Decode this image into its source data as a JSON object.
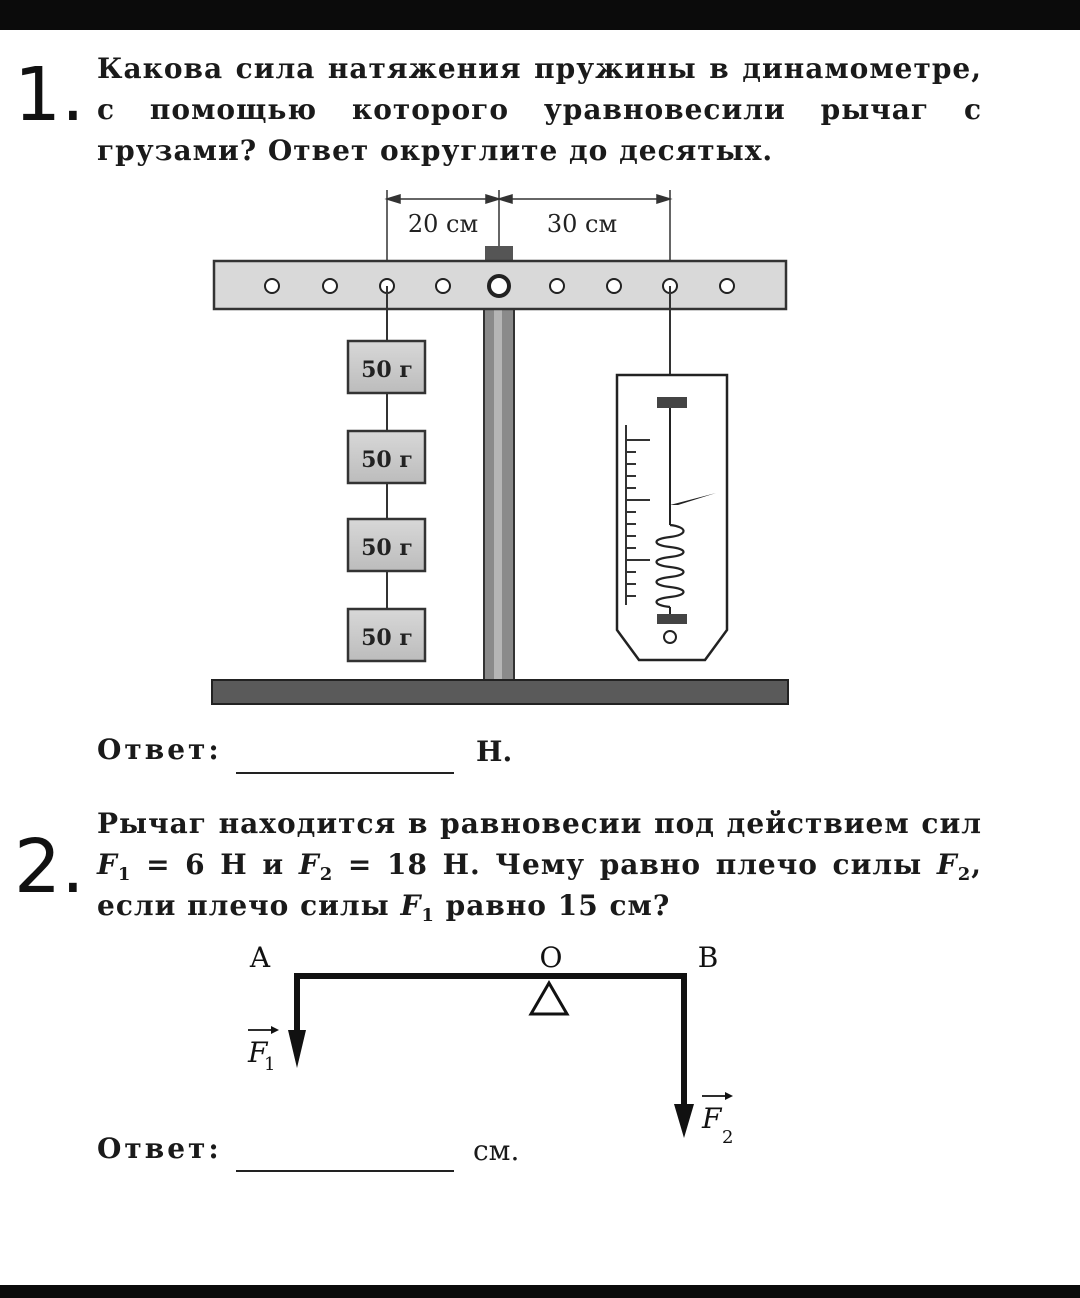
{
  "task1": {
    "number": "1.",
    "text": "Какова сила натяжения пружины в динамометре, с помощью которого уравновесили рычаг с грузами? Ответ округлите до десятых.",
    "diagram": {
      "left_distance": "20 см",
      "right_distance": "30 см",
      "weights": [
        "50 г",
        "50 г",
        "50 г",
        "50 г"
      ]
    },
    "answer_label": "Ответ:",
    "answer_unit": "Н."
  },
  "task2": {
    "number": "2.",
    "text_part1": "Рычаг находится в равновесии под действием сил ",
    "f1_symbol": "F",
    "f1_sub": "1",
    "text_part2": " = 6 Н и ",
    "f2_symbol": "F",
    "f2_sub": "2",
    "text_part3": " = 18 Н. Чему равно плечо силы ",
    "f2b_symbol": "F",
    "f2b_sub": "2",
    "text_part4": ", если плечо силы ",
    "f1b_symbol": "F",
    "f1b_sub": "1",
    "text_part5": " равно 15 см?",
    "diagram": {
      "point_a": "A",
      "point_o": "O",
      "point_b": "B",
      "force1_letter": "F",
      "force1_index": "1",
      "force2_letter": "F",
      "force2_index": "2"
    },
    "answer_label": "Ответ:",
    "answer_unit": "см."
  }
}
